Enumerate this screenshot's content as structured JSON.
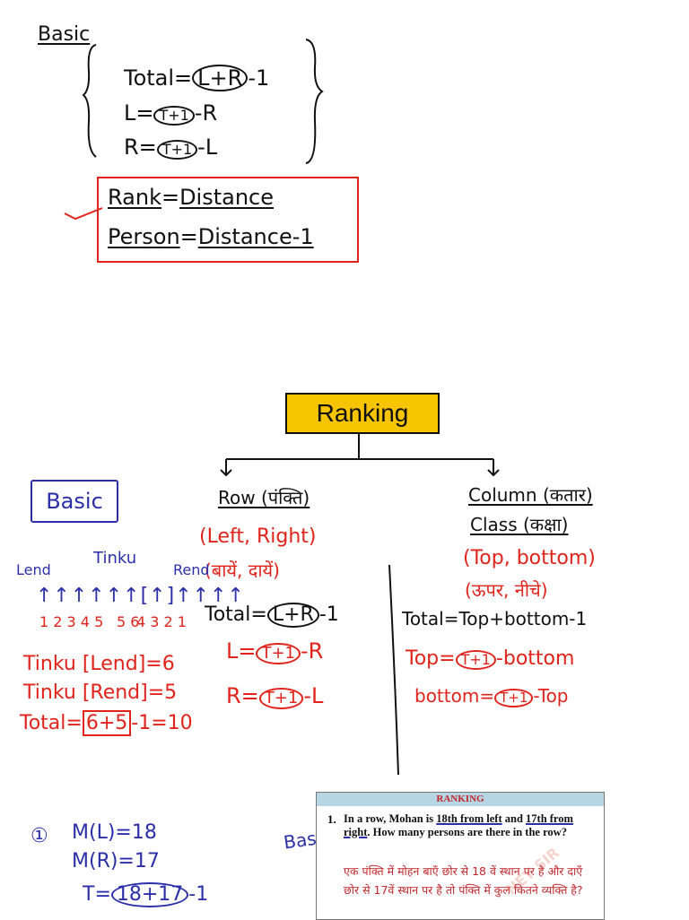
{
  "top": {
    "basic_label": "Basic",
    "formula_total_left": "Total=",
    "formula_total_circle": "L+R",
    "formula_total_right": "-1",
    "formula_l_left": "L=",
    "formula_l_circle": "T+1",
    "formula_l_right": "-R",
    "formula_r_left": "R=",
    "formula_r_circle": "T+1",
    "formula_r_right": "-L",
    "rank_left": "Rank",
    "rank_eq": "=",
    "rank_right": "Distance",
    "person_left": "Person",
    "person_eq": "=",
    "person_right": "Distance-1"
  },
  "ranking": {
    "title": "Ranking",
    "basic_label": "Basic",
    "row": {
      "heading": "Row (पंक्ति)",
      "sub1": "(Left, Right)",
      "sub2": "(बायें, दायें)",
      "total_left": "Total=",
      "total_circle": "L+R",
      "total_right": "-1",
      "l_left": "L=",
      "l_circle": "T+1",
      "l_right": "-R",
      "r_left": "R=",
      "r_circle": "T+1",
      "r_right": "-L"
    },
    "column": {
      "heading1": "Column (कतार)",
      "heading2": "Class (कक्षा)",
      "sub1": "(Top, bottom)",
      "sub2": "(ऊपर, नीचे)",
      "total": "Total=Top+bottom-1",
      "top_left": "Top=",
      "top_circle": "T+1",
      "top_right": "-bottom",
      "bottom_left": "bottom=",
      "bottom_circle": "T+1",
      "bottom_right": "-Top"
    },
    "example": {
      "tinku_label": "Tinku",
      "lend_label": "Lend",
      "rend_label": "Rend",
      "arrows": "↑↑↑↑↑↑[↑]↑↑↑↑",
      "left_numbers": "1 2 3 4 5",
      "center_numbers": "5 6",
      "right_numbers": "4 3 2 1",
      "tinku_lend": "Tinku [Lend]=6",
      "tinku_rend": "Tinku [Rend]=5",
      "total_left": "Total=",
      "total_box": "6+5",
      "total_right": "-1=10"
    }
  },
  "question": {
    "notes_num": "①",
    "notes_ml": "M(L)=18",
    "notes_mr": "M(R)=17",
    "notes_t_left": "T=",
    "notes_t_circle": "18+17",
    "notes_t_right": "-1",
    "basic_tag": "Basic",
    "card_header": "RANKING",
    "card_number": "1.",
    "card_text_pre": "In a row, Mohan is ",
    "card_text_hl1": "18th from left",
    "card_text_mid": " and ",
    "card_text_hl2": "17th from right",
    "card_text_post": ". How many persons are there in the row?",
    "card_hindi": "एक पंक्ति में मोहन बाएँ छोर से 18 वें स्थान पर है और दाएँ छोर से 17वें स्थान पर है तो पंक्ति में कुल कितने व्यक्ति है?",
    "watermark": "NEY SIR"
  },
  "colors": {
    "blue": "#2b2fa8",
    "red": "#e0231b",
    "black": "#111111",
    "title_box": "#f6c400"
  }
}
